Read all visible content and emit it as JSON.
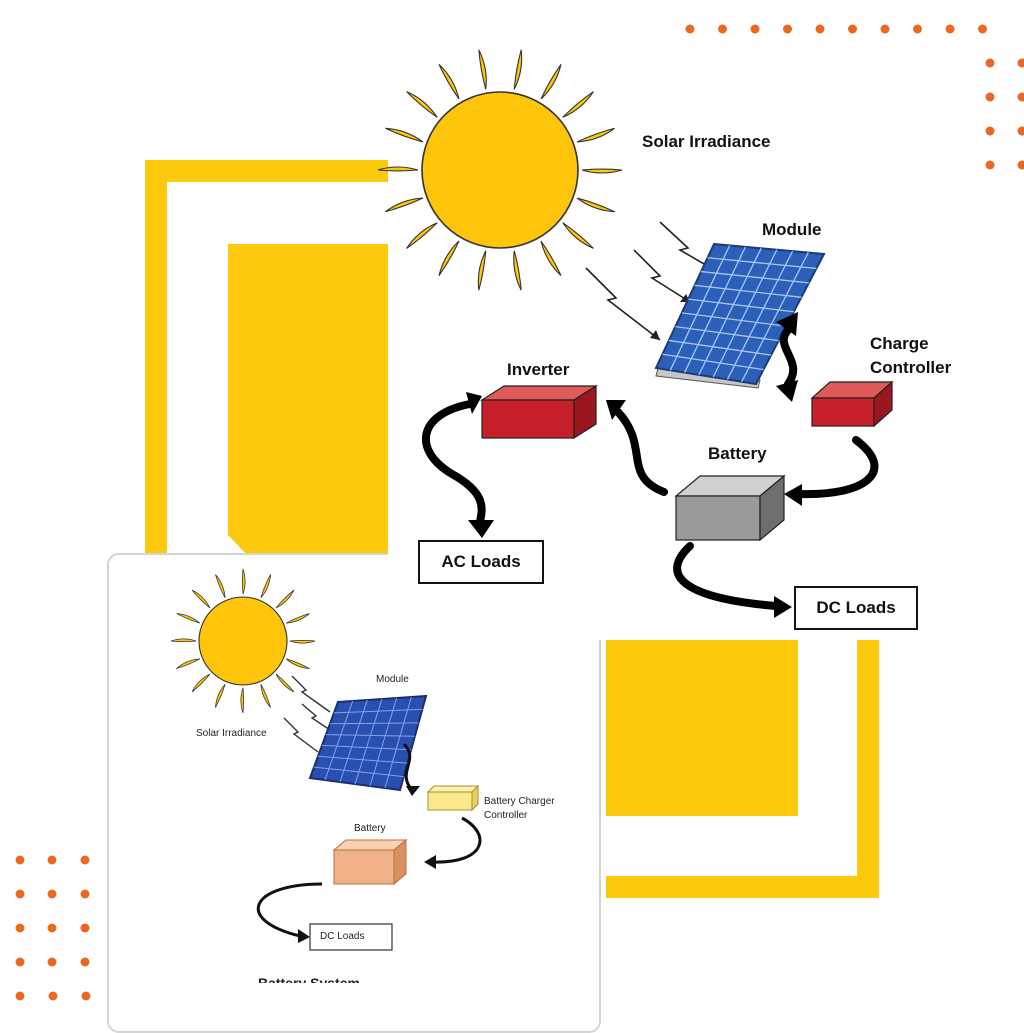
{
  "main_diagram": {
    "labels": {
      "solar_irradiance": "Solar Irradiance",
      "module": "Module",
      "charge_controller_line1": "Charge",
      "charge_controller_line2": "Controller",
      "inverter": "Inverter",
      "battery": "Battery",
      "ac_loads": "AC Loads",
      "dc_loads": "DC Loads"
    }
  },
  "inset_diagram": {
    "labels": {
      "solar_irradiance": "Solar Irradiance",
      "module": "Module",
      "battery_charger_line1": "Battery Charger",
      "battery_charger_line2": "Controller",
      "battery": "Battery",
      "dc_loads": "DC Loads",
      "caption_partial": "Battery System"
    }
  },
  "colors": {
    "accent_yellow": "#fcc90c",
    "dot_orange": "#e8691f",
    "sun_yellow": "#fec50b",
    "panel_blue": "#2457a6",
    "inverter_red": "#c8202b",
    "battery_gray": "#9a9a9a"
  }
}
